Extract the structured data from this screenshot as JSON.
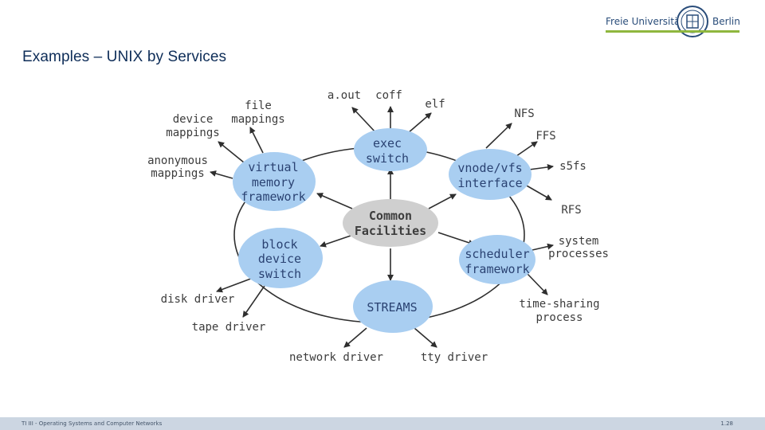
{
  "header": {
    "logo": {
      "left_word": "Freie Universität",
      "right_word": "Berlin",
      "rule_color": "#8fb73e",
      "text_color": "#2a4d7a"
    },
    "title": "Examples – UNIX by Services"
  },
  "diagram": {
    "colors": {
      "node_fill": "#a9cef1",
      "center_fill": "#cfcfcf",
      "edge": "#2e2e2e"
    },
    "center": {
      "lines": [
        "Common",
        "Facilities"
      ]
    },
    "nodes": [
      {
        "id": "exec",
        "lines": [
          "exec",
          "switch"
        ]
      },
      {
        "id": "vnode",
        "lines": [
          "vnode/vfs",
          "interface"
        ]
      },
      {
        "id": "vm",
        "lines": [
          "virtual",
          "memory",
          "framework"
        ]
      },
      {
        "id": "block",
        "lines": [
          "block",
          "device",
          "switch"
        ]
      },
      {
        "id": "sched",
        "lines": [
          "scheduler",
          "framework"
        ]
      },
      {
        "id": "streams",
        "lines": [
          "STREAMS"
        ]
      }
    ],
    "leaves": [
      {
        "lines": [
          "a.out"
        ]
      },
      {
        "lines": [
          "coff"
        ]
      },
      {
        "lines": [
          "elf"
        ]
      },
      {
        "lines": [
          "NFS"
        ]
      },
      {
        "lines": [
          "FFS"
        ]
      },
      {
        "lines": [
          "s5fs"
        ]
      },
      {
        "lines": [
          "RFS"
        ]
      },
      {
        "lines": [
          "file",
          "mappings"
        ]
      },
      {
        "lines": [
          "device",
          "mappings"
        ]
      },
      {
        "lines": [
          "anonymous",
          "mappings"
        ]
      },
      {
        "lines": [
          "disk driver"
        ]
      },
      {
        "lines": [
          "tape driver"
        ]
      },
      {
        "lines": [
          "network driver"
        ]
      },
      {
        "lines": [
          "tty driver"
        ]
      },
      {
        "lines": [
          "system",
          "processes"
        ]
      },
      {
        "lines": [
          "time-sharing",
          "process"
        ]
      }
    ]
  },
  "footer": {
    "course": "TI III - Operating Systems and Computer Networks",
    "page": "1.28",
    "bar_color": "#ccd6e2"
  }
}
